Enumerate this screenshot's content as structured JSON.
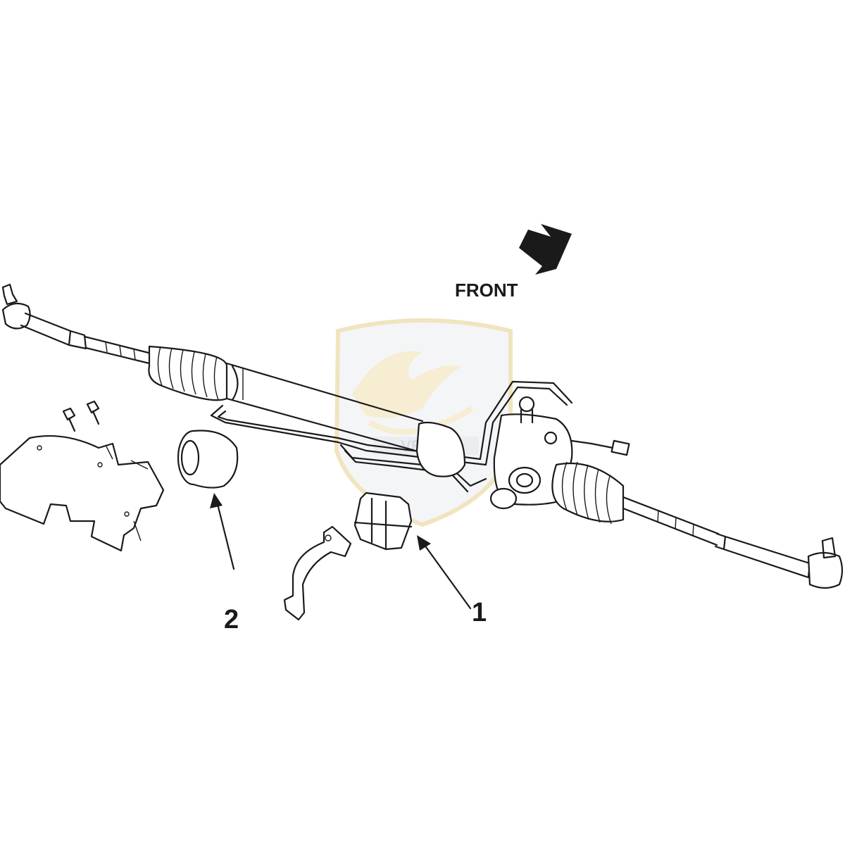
{
  "diagram": {
    "direction_label": "FRONT",
    "callouts": [
      {
        "id": "1",
        "text": "1"
      },
      {
        "id": "2",
        "text": "2"
      }
    ],
    "watermark_text": "VEXPO",
    "colors": {
      "line": "#1a1a1a",
      "background": "#ffffff",
      "watermark_gold": "#e6cf8a",
      "watermark_grey": "#c9ccd4"
    },
    "icons": {
      "direction": "front-arrow-icon",
      "watermark": "eagle-shield-logo"
    }
  }
}
